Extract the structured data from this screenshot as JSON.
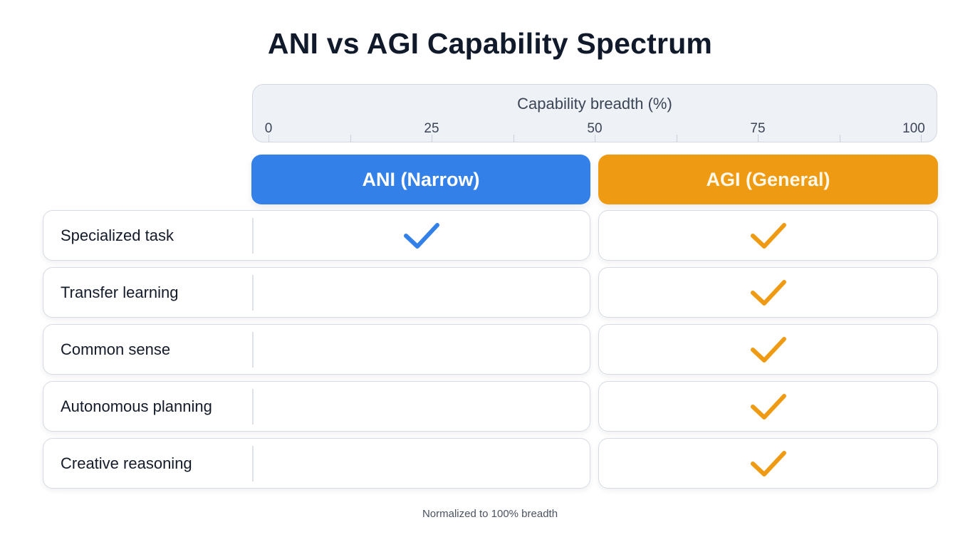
{
  "title": "ANI vs AGI Capability Spectrum",
  "axis": {
    "label": "Capability breadth (%)",
    "ticks": [
      "0",
      "25",
      "50",
      "75",
      "100"
    ]
  },
  "columns": [
    {
      "label": "ANI (Narrow)",
      "color": "#3380e8"
    },
    {
      "label": "AGI (General)",
      "color": "#ee9b13"
    }
  ],
  "rows": [
    {
      "label": "Specialized task",
      "ani": true,
      "agi": true
    },
    {
      "label": "Transfer learning",
      "ani": false,
      "agi": true
    },
    {
      "label": "Common sense",
      "ani": false,
      "agi": true
    },
    {
      "label": "Autonomous planning",
      "ani": false,
      "agi": true
    },
    {
      "label": "Creative reasoning",
      "ani": false,
      "agi": true
    }
  ],
  "icons": {
    "check": "check-icon"
  },
  "footnote": "Normalized to 100% breadth",
  "chart_data": {
    "type": "table",
    "title": "ANI vs AGI Capability Spectrum",
    "xlabel": "Capability breadth (%)",
    "x_ticks": [
      0,
      25,
      50,
      75,
      100
    ],
    "columns": [
      "ANI (Narrow)",
      "AGI (General)"
    ],
    "rows": [
      "Specialized task",
      "Transfer learning",
      "Common sense",
      "Autonomous planning",
      "Creative reasoning"
    ],
    "values": [
      [
        true,
        true
      ],
      [
        false,
        true
      ],
      [
        false,
        true
      ],
      [
        false,
        true
      ],
      [
        false,
        true
      ]
    ],
    "note": "Normalized to 100% breadth"
  }
}
